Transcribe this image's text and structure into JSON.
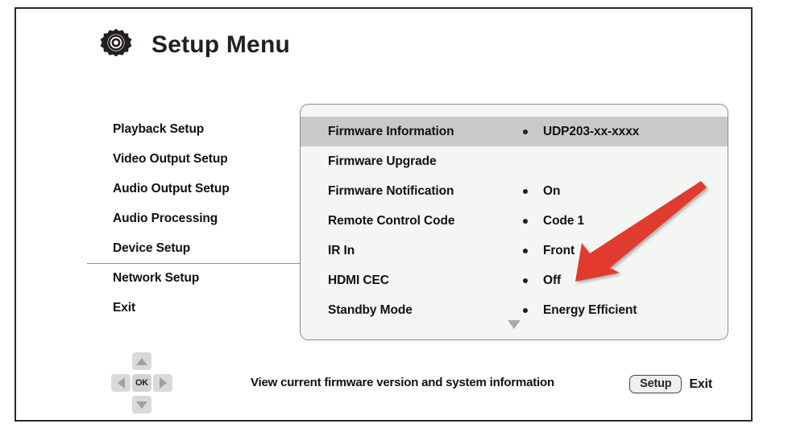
{
  "screen": {
    "title": "Setup Menu",
    "gear_icon": "gear-icon"
  },
  "sidebar": {
    "items": [
      {
        "label": "Playback Setup"
      },
      {
        "label": "Video Output Setup"
      },
      {
        "label": "Audio Output Setup"
      },
      {
        "label": "Audio Processing"
      },
      {
        "label": "Device Setup"
      },
      {
        "label": "Network Setup"
      },
      {
        "label": "Exit"
      }
    ],
    "separator_after_index": 4,
    "selected_index": 4
  },
  "panel": {
    "selected_index": 0,
    "scroll_down_icon": "chevron-down-icon",
    "rows": [
      {
        "label": "Firmware Information",
        "value": "UDP203-xx-xxxx",
        "has_bullet": true
      },
      {
        "label": "Firmware Upgrade",
        "value": "",
        "has_bullet": false
      },
      {
        "label": "Firmware Notification",
        "value": "On",
        "has_bullet": true
      },
      {
        "label": "Remote Control Code",
        "value": "Code 1",
        "has_bullet": true
      },
      {
        "label": "IR In",
        "value": "Front",
        "has_bullet": true
      },
      {
        "label": "HDMI CEC",
        "value": "Off",
        "has_bullet": true
      },
      {
        "label": "Standby Mode",
        "value": "Energy Efficient",
        "has_bullet": true
      }
    ]
  },
  "annotation": {
    "arrow_color": "#e03a2f",
    "points_to": "Off"
  },
  "dpad": {
    "up": "up-arrow-icon",
    "down": "down-arrow-icon",
    "left": "left-arrow-icon",
    "right": "right-arrow-icon",
    "ok_label": "OK"
  },
  "footer": {
    "hint": "View current firmware version and system information",
    "setup_key": "Setup",
    "exit_label": "Exit"
  },
  "colors": {
    "frame_border": "#2f2a2a",
    "panel_bg": "#f4f6f4",
    "panel_border": "#8e8a86",
    "row_highlight": "#c9c9c9",
    "text": "#111111",
    "accent_red": "#e03a2f"
  }
}
